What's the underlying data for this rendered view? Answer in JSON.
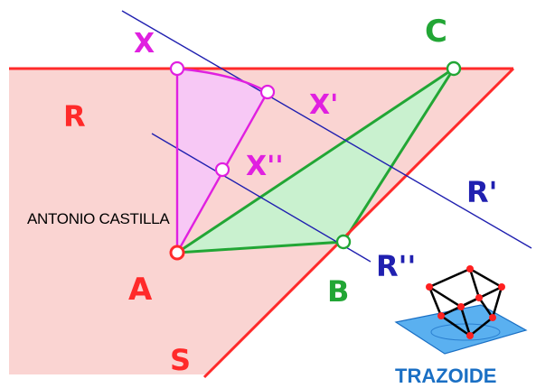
{
  "labels": {
    "plane_r": "R",
    "plane_s": "S",
    "point_x": "X",
    "point_x1": "X'",
    "point_x2": "X''",
    "line_r1": "R'",
    "line_r2": "R''",
    "point_a": "A",
    "point_b": "B",
    "point_c": "C"
  },
  "author": "ANTONIO CASTILLA",
  "logo": {
    "brand": "TRAZOIDE",
    "icon": "cube-on-plane-icon"
  },
  "colors": {
    "plane_line": "#ff2a2a",
    "plane_fill": "#fad4d2",
    "magenta": "#e020e0",
    "magenta_fill": "#f7c8f5",
    "green": "#22a635",
    "green_fill": "#c9f1cf",
    "blue_line": "#2020b0",
    "logo_blue": "#1a6fc4"
  }
}
